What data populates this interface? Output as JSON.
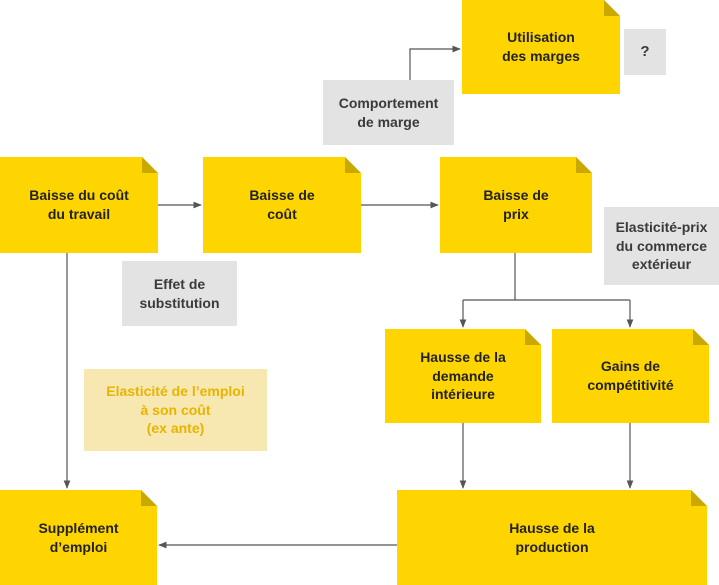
{
  "colors": {
    "yellow": "#ffd500",
    "gray_box": "#e3e3e3",
    "pale_box": "#f7e7b0",
    "pale_text": "#e8b400",
    "arrow": "#555555"
  },
  "nodes": {
    "baisse_cout_travail": "Baisse du coût\ndu travail",
    "baisse_cout": "Baisse de\ncoût",
    "baisse_prix": "Baisse de\nprix",
    "utilisation_marges": "Utilisation\ndes marges",
    "hausse_demande": "Hausse de la\ndemande\nintérieure",
    "gains_competitivite": "Gains de\ncompétitivité",
    "supplement_emploi": "Supplément\nd’emploi",
    "hausse_production": "Hausse de la\nproduction"
  },
  "labels": {
    "question": "?",
    "comportement_marge": "Comportement\nde marge",
    "effet_substitution": "Effet de\nsubstitution",
    "elasticite_prix": "Elasticité-prix\ndu commerce\nextérieur",
    "elasticite_emploi": "Elasticité de l’emploi\nà son coût\n(ex ante)"
  }
}
